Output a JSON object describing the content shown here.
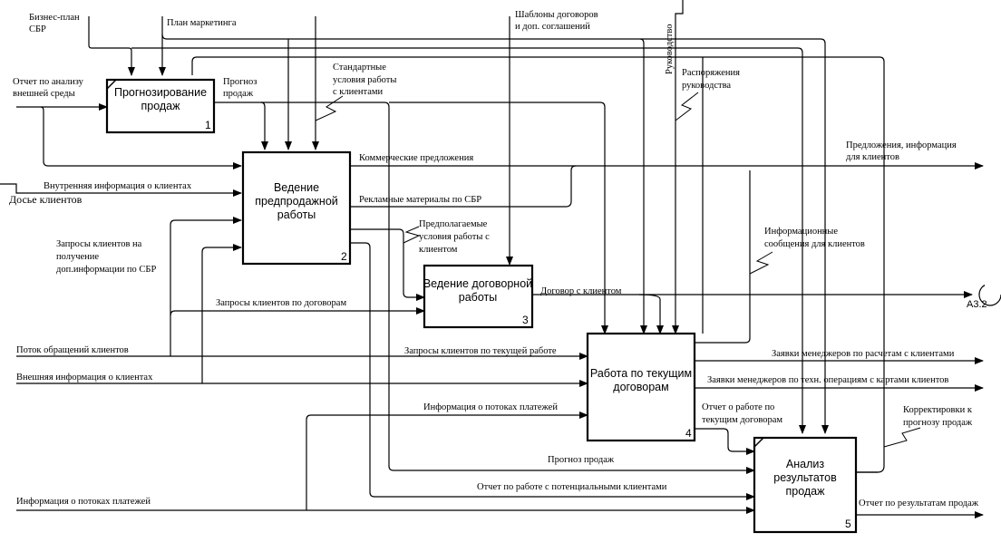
{
  "diagram": {
    "type": "IDEF0",
    "boxes": [
      {
        "id": "1",
        "label_lines": [
          "Прогнозирование",
          "продаж"
        ],
        "number": "1"
      },
      {
        "id": "2",
        "label_lines": [
          "Ведение",
          "предпродажной",
          "работы"
        ],
        "number": "2"
      },
      {
        "id": "3",
        "label_lines": [
          "Ведение договорной",
          "работы"
        ],
        "number": "3"
      },
      {
        "id": "4",
        "label_lines": [
          "Работа по текущим",
          "договорам"
        ],
        "number": "4"
      },
      {
        "id": "5",
        "label_lines": [
          "Анализ",
          "результатов",
          "продаж"
        ],
        "number": "5"
      }
    ],
    "arrow_labels": {
      "business_plan": [
        "Бизнес-план",
        "СБР"
      ],
      "marketing_plan": [
        "План маркетинга"
      ],
      "contract_templates": [
        "Шаблоны договоров",
        "и доп. соглашений"
      ],
      "management": "Руководство",
      "external_analysis": [
        "Отчет по анализу",
        "внешней среды"
      ],
      "sales_forecast_out": [
        "Прогноз",
        "продаж"
      ],
      "standard_terms": [
        "Стандартные",
        "условия работы",
        "с клиентами"
      ],
      "management_orders": [
        "Распоряжения",
        "руководства"
      ],
      "offers_info": [
        "Предложения, информация",
        "для клиентов"
      ],
      "commercial_offers": "Коммерческие предложения",
      "internal_info": "Внутренняя информация о клиентах",
      "client_dossier": "Досье клиентов",
      "ad_materials": "Рекламные материалы по СБР",
      "info_requests": [
        "Запросы клиентов на",
        "получение",
        "доп.информации по СБР"
      ],
      "expected_terms": [
        "Предполагаемые",
        "условия работы с",
        "клиентом"
      ],
      "info_messages": [
        "Информационные",
        "сообщения для клиентов"
      ],
      "contract_requests": "Запросы клиентов по договорам",
      "contract_with_client": "Договор с клиентом",
      "offpage_ref": "А3.2",
      "client_flow": "Поток обращений клиентов",
      "external_client_info": "Внешняя информация о клиентах",
      "current_work_requests": "Запросы клиентов по текущей работе",
      "payment_flow_info_4": "Информация о потоках платежей",
      "settlement_requests": "Заявки менеджеров по расчетам с клиентами",
      "tech_ops_requests": "Заявки менеджеров по техн. операциям с картами клиентов",
      "current_contracts_report": [
        "Отчет о работе по",
        "текущим договорам"
      ],
      "forecast_corrections": [
        "Корректировки к",
        "прогнозу продаж"
      ],
      "sales_forecast_in5": "Прогноз продаж",
      "potential_clients_report": "Отчет по работе с потенциальными клиентами",
      "payment_flow_info": "Информация о потоках платежей",
      "sales_results_report": "Отчет по результатам продаж"
    }
  }
}
